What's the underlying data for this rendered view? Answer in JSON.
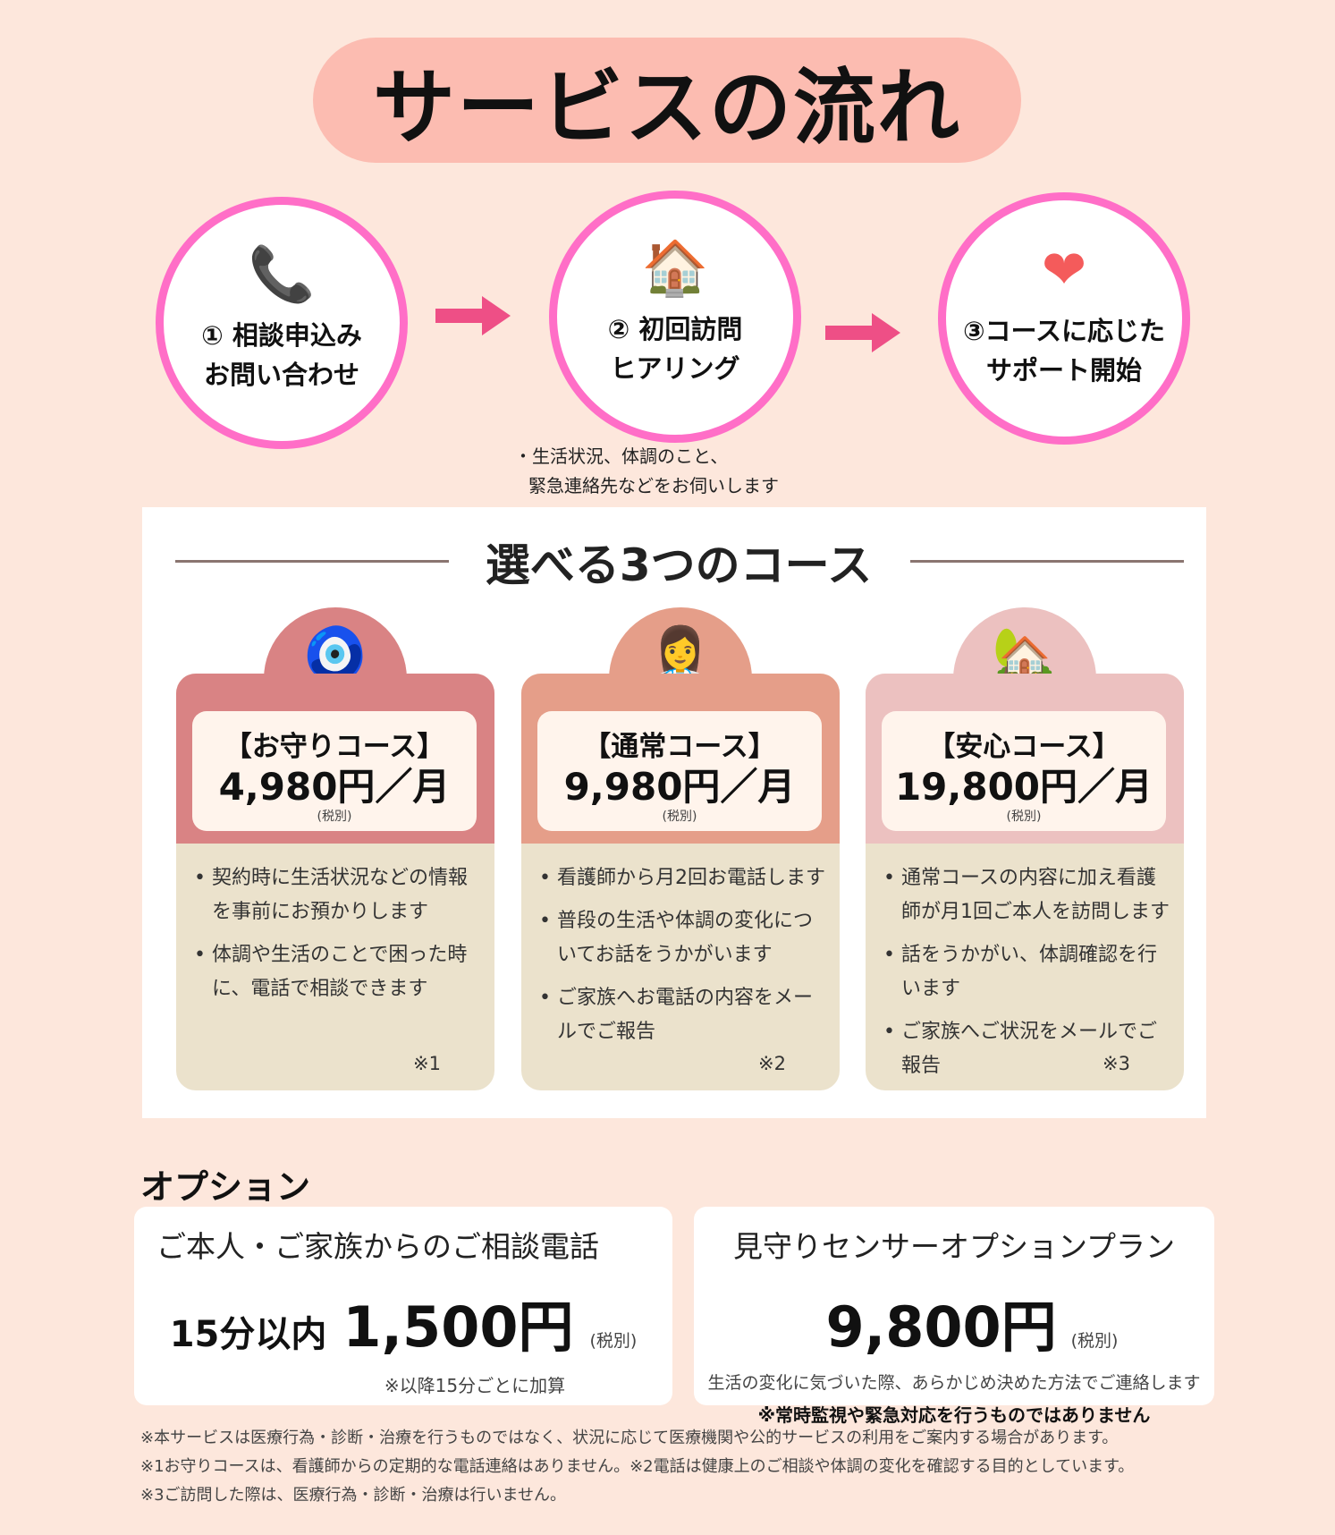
{
  "title": "サービスの流れ",
  "steps": [
    {
      "icon": "phone-icon",
      "line1": "① 相談申込み",
      "line2": "お問い合わせ"
    },
    {
      "icon": "house-icon",
      "line1": "② 初回訪問",
      "line2": "ヒアリング"
    },
    {
      "icon": "handshake-heart-icon",
      "line1": "③コースに応じた",
      "line2": "サポート開始"
    }
  ],
  "step_note": [
    "・生活状況、体調のこと、",
    "緊急連絡先などをお伺いします"
  ],
  "courses_heading": "選べる3つのコース",
  "courses": [
    {
      "name": "【お守りコース】",
      "price": "4,980円／月",
      "tax": "(税別)",
      "items": [
        "契約時に生活状況などの情報を事前にお預かりします",
        "体調や生活のことで困った時に、電話で相談できます"
      ],
      "ref": "※1",
      "color": "#d98384"
    },
    {
      "name": "【通常コース】",
      "price": "9,980円／月",
      "tax": "(税別)",
      "items": [
        "看護師から月2回お電話します",
        "普段の生活や体調の変化についてお話をうかがいます",
        "ご家族へお電話の内容をメールでご報告"
      ],
      "ref": "※2",
      "color": "#e59e89"
    },
    {
      "name": "【安心コース】",
      "price": "19,800円／月",
      "tax": "(税別)",
      "items": [
        "通常コースの内容に加え看護師が月1回ご本人を訪問します",
        "話をうかがい、体調確認を行います",
        "ご家族へご状況をメールでご報告"
      ],
      "ref": "※3",
      "color": "#ecc1c0"
    }
  ],
  "options_heading": "オプション",
  "options": [
    {
      "title": "ご本人・ご家族からのご相談電話",
      "prefix": "15分以内",
      "price": "1,500円",
      "tax": "(税別)",
      "note": "※以降15分ごとに加算"
    },
    {
      "title": "見守りセンサーオプションプラン",
      "price": "9,800円",
      "tax": "(税別)",
      "note": "生活の変化に気づいた際、あらかじめ決めた方法でご連絡します",
      "warning": "※常時監視や緊急対応を行うものではありません"
    }
  ],
  "footnotes": [
    "※本サービスは医療行為・診断・治療を行うものではなく、状況に応じて医療機関や公的サービスの利用をご案内する場合があります。",
    "※1お守りコースは、看護師からの定期的な電話連絡はありません。※2電話は健康上のご相談や体調の変化を確認する目的としています。",
    "※3ご訪問した際は、医療行為・診断・治療は行いません。"
  ]
}
